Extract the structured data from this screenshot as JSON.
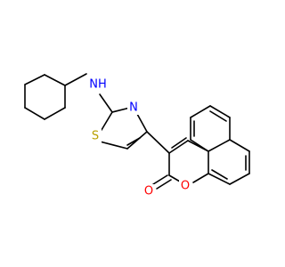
{
  "molecule": {
    "atoms": {
      "amine": {
        "label": "NH",
        "color": "#0000ff"
      },
      "thiazole_n": {
        "label": "N",
        "color": "#0000ff"
      },
      "thiazole_s": {
        "label": "S",
        "color": "#b8a000"
      },
      "ring_o": {
        "label": "O",
        "color": "#ff0000"
      },
      "carbonyl_o": {
        "label": "O",
        "color": "#ff0000"
      }
    },
    "bond_color": "#000000"
  }
}
